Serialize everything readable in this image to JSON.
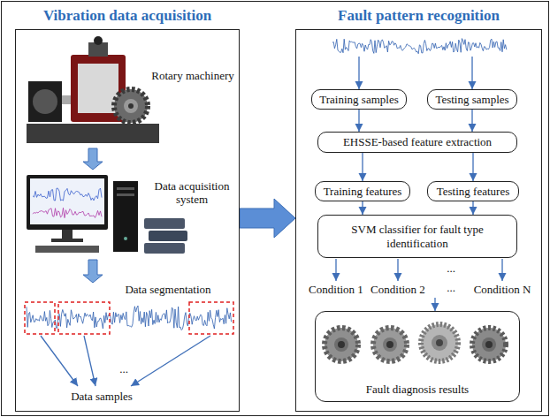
{
  "diagram": {
    "nodes": [
      {
        "text": [
          "Vibration data acquisition"
        ]
      },
      {
        "text": [
          "Fault pattern recognition"
        ]
      },
      {
        "text": [
          "Training samples"
        ],
        "in": 1
      },
      {
        "text": [
          "Testing samples"
        ],
        "in": 1
      },
      {
        "text": [
          "EHSSE-based feature extraction"
        ],
        "in": 1
      },
      {
        "text": [
          "Training features"
        ],
        "in": 1
      },
      {
        "text": [
          "Testing features"
        ],
        "in": 1
      },
      {
        "text": [
          "SVM classifier for fault type identification"
        ],
        "in": 1
      },
      {
        "text": [
          "Fault diagnosis results"
        ],
        "in": 1
      }
    ],
    "edges": [
      {
        "from": 0,
        "to": 1,
        "arrow": "to"
      },
      {
        "from": 2,
        "to": 4,
        "arrow": "to"
      },
      {
        "from": 3,
        "to": 4,
        "arrow": "to"
      },
      {
        "from": 4,
        "to": 5,
        "arrow": "to"
      },
      {
        "from": 4,
        "to": 6,
        "arrow": "to"
      },
      {
        "from": 5,
        "to": 7,
        "arrow": "to"
      },
      {
        "from": 6,
        "to": 7,
        "arrow": "to"
      }
    ],
    "labels": [
      "Rotary machinery",
      "Data acquisition system",
      "Data segmentation",
      "...",
      "Data samples",
      "...",
      "Condition 1",
      "Condition 2",
      "...",
      "Condition N"
    ]
  }
}
